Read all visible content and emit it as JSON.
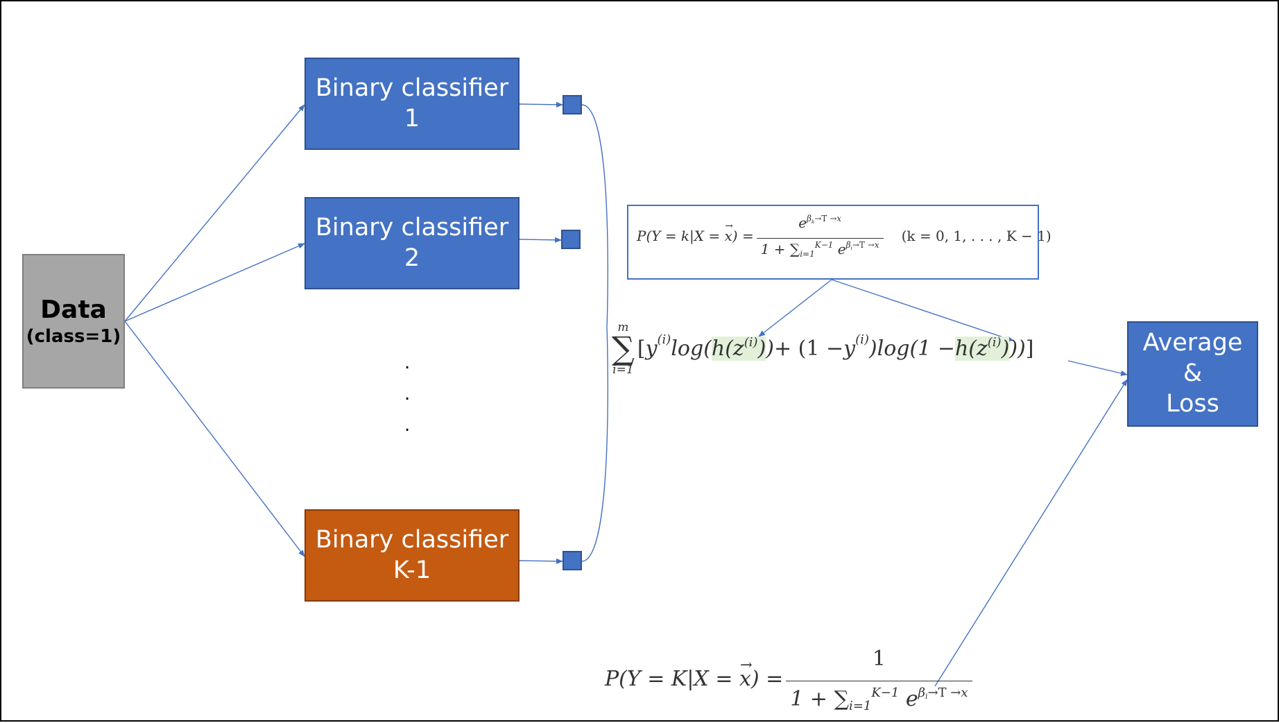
{
  "colors": {
    "blue": "#4472c4",
    "orange": "#c55a11",
    "gray": "#a6a6a6",
    "highlight": "#e2f0d9"
  },
  "data_node": {
    "title": "Data",
    "subtitle": "(class=1)"
  },
  "classifiers": [
    {
      "line1": "Binary classifier",
      "line2": "1"
    },
    {
      "line1": "Binary classifier",
      "line2": "2"
    },
    {
      "line1": "Binary classifier",
      "line2": "K-1"
    }
  ],
  "ellipsis": [
    ".",
    ".",
    "."
  ],
  "aggregate_node": {
    "line1": "Average",
    "line2": "&",
    "line3": "Loss"
  },
  "formula_softmax": {
    "lhs": "P(Y = k|X = x) =",
    "numerator": "e^(β_k^T x)",
    "denominator": "1 + Σ_{i=1}^{K−1} e^(β_i^T x)",
    "condition": "(k = 0, 1, . . . , K − 1)"
  },
  "formula_loss": {
    "upper_limit": "m",
    "lower_limit": "i=1",
    "expression": "[y^(i) log(h(z^(i))) + (1 − y^(i)) log(1 − h(z^(i)))]"
  },
  "formula_last_class": {
    "lhs": "P(Y = K|X = x) =",
    "numerator": "1",
    "denominator": "1 + Σ_{i=1}^{K−1} e^(β_i^T x)"
  }
}
